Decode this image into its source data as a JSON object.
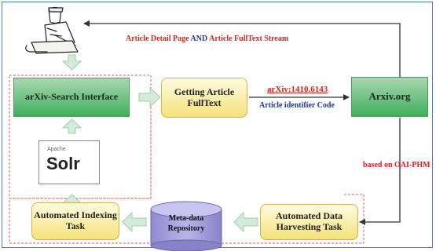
{
  "nodes": {
    "search_interface": "arXiv-Search Interface",
    "getting_fulltext": "Getting Article FullText",
    "arxiv_org": "Arxiv.org",
    "harvesting": "Automated Data Harvesting Task",
    "repository": "Meta-data Repository",
    "indexing": "Automated Indexing Task",
    "solr_small": "Apache",
    "solr_logo": "Solr"
  },
  "labels": {
    "detail_part1": "Article Detail Page",
    "detail_and": "AND",
    "detail_part2": "Article FullText Stream",
    "arxiv_id": "arXiv:1410.6143",
    "identifier": "Article identifier Code",
    "oai_prefix": "based on",
    "oai_name": "OAI-PHM"
  },
  "colors": {
    "green_box": "#3fae5c",
    "yellow_box": "#f5e27a",
    "repository": "#9b97d6",
    "arrow_fill": "#d2ecd9",
    "red_text": "#e02020",
    "blue_text": "#1f3b9a",
    "dashed_border": "#e06060"
  },
  "icons": [
    "scholar-icon",
    "solr-logo-icon"
  ]
}
